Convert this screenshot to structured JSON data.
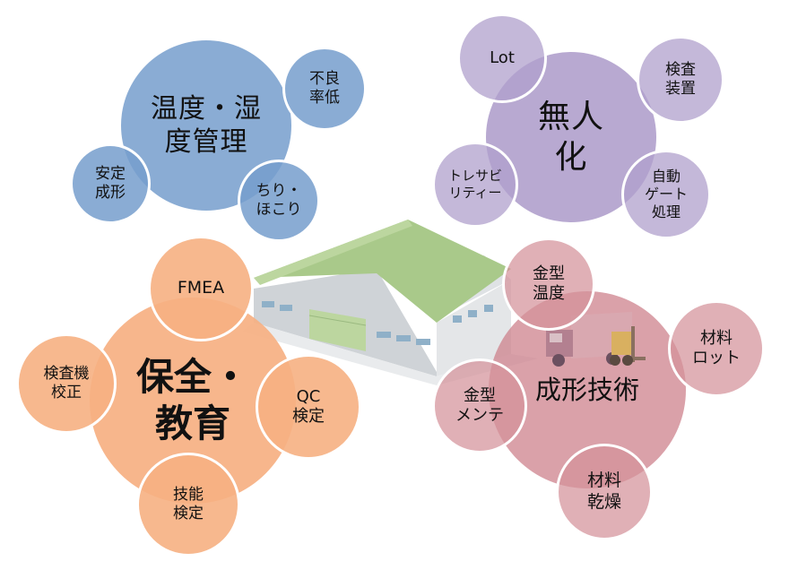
{
  "groups": {
    "quality": {
      "main": "温度・湿\n度管理",
      "items": [
        "不良\n率低",
        "安定\n成形",
        "ちり・\nほこり"
      ]
    },
    "automation": {
      "main": "無人\n化",
      "items": [
        "Lot",
        "検査\n装置",
        "トレサビ\nリティー",
        "自動\nゲート\n処理"
      ]
    },
    "maintenance": {
      "main": "保全・\n教育",
      "items": [
        "FMEA",
        "検査機\n校正",
        "QC\n検定",
        "技能\n検定"
      ]
    },
    "molding": {
      "main": "成形技術",
      "items": [
        "金型\n温度",
        "材料\nロット",
        "金型\nメンテ",
        "材料\n乾燥"
      ]
    }
  },
  "colors": {
    "blue": "#769ECD",
    "purple": "#B0A0CC",
    "orange": "#F6B082",
    "red": "#CE828C",
    "roof": "#A9C98A",
    "wall": "#D6D9DC"
  },
  "icons": [
    "warehouse-icon",
    "truck-icon",
    "forklift-icon"
  ]
}
